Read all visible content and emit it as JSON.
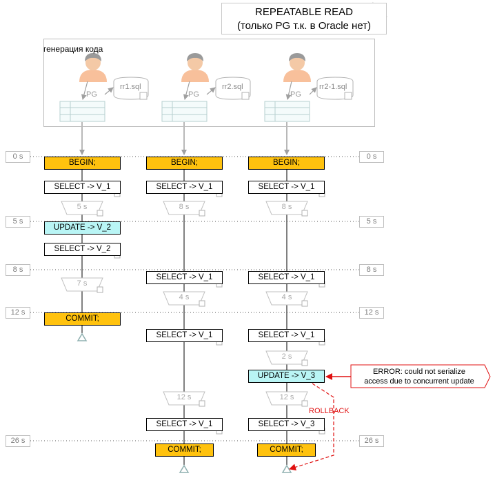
{
  "title": {
    "line1": "REPEATABLE READ",
    "line2": "(только PG т.к. в Oracle нет)"
  },
  "generation_label": "генерация кода",
  "clients": [
    {
      "db": "PG",
      "script": "rr1.sql"
    },
    {
      "db": "PG",
      "script": "rr2.sql"
    },
    {
      "db": "PG",
      "script": "rr2-1.sql"
    }
  ],
  "timeline_marks": [
    "0 s",
    "5 s",
    "8 s",
    "12 s",
    "26 s"
  ],
  "session1": {
    "begin": "BEGIN;",
    "select1": "SELECT -> V_1",
    "delay1": "5 s",
    "update": "UPDATE -> V_2",
    "select2": "SELECT -> V_2",
    "delay2": "7 s",
    "commit": "COMMIT;"
  },
  "session2": {
    "begin": "BEGIN;",
    "select1": "SELECT -> V_1",
    "delay1": "8 s",
    "select2": "SELECT -> V_1",
    "delay2": "4 s",
    "select3": "SELECT -> V_1",
    "delay3": "12 s",
    "select4": "SELECT -> V_1",
    "commit": "COMMIT;"
  },
  "session3": {
    "begin": "BEGIN;",
    "select1": "SELECT -> V_1",
    "delay1": "8 s",
    "select2": "SELECT -> V_1",
    "delay2": "4 s",
    "select3": "SELECT -> V_1",
    "delay3": "2 s",
    "update": "UPDATE -> V_3",
    "delay4": "12 s",
    "select4": "SELECT -> V_3",
    "commit": "COMMIT;"
  },
  "error": {
    "line1": "ERROR:  could not serialize",
    "line2": "access due to concurrent update"
  },
  "rollback_label": "ROLLBACK",
  "colors": {
    "begin_commit": "#ffc20e",
    "update": "#b9f5f5",
    "error_arrow": "#e01010",
    "muted": "#a8a8a8"
  }
}
